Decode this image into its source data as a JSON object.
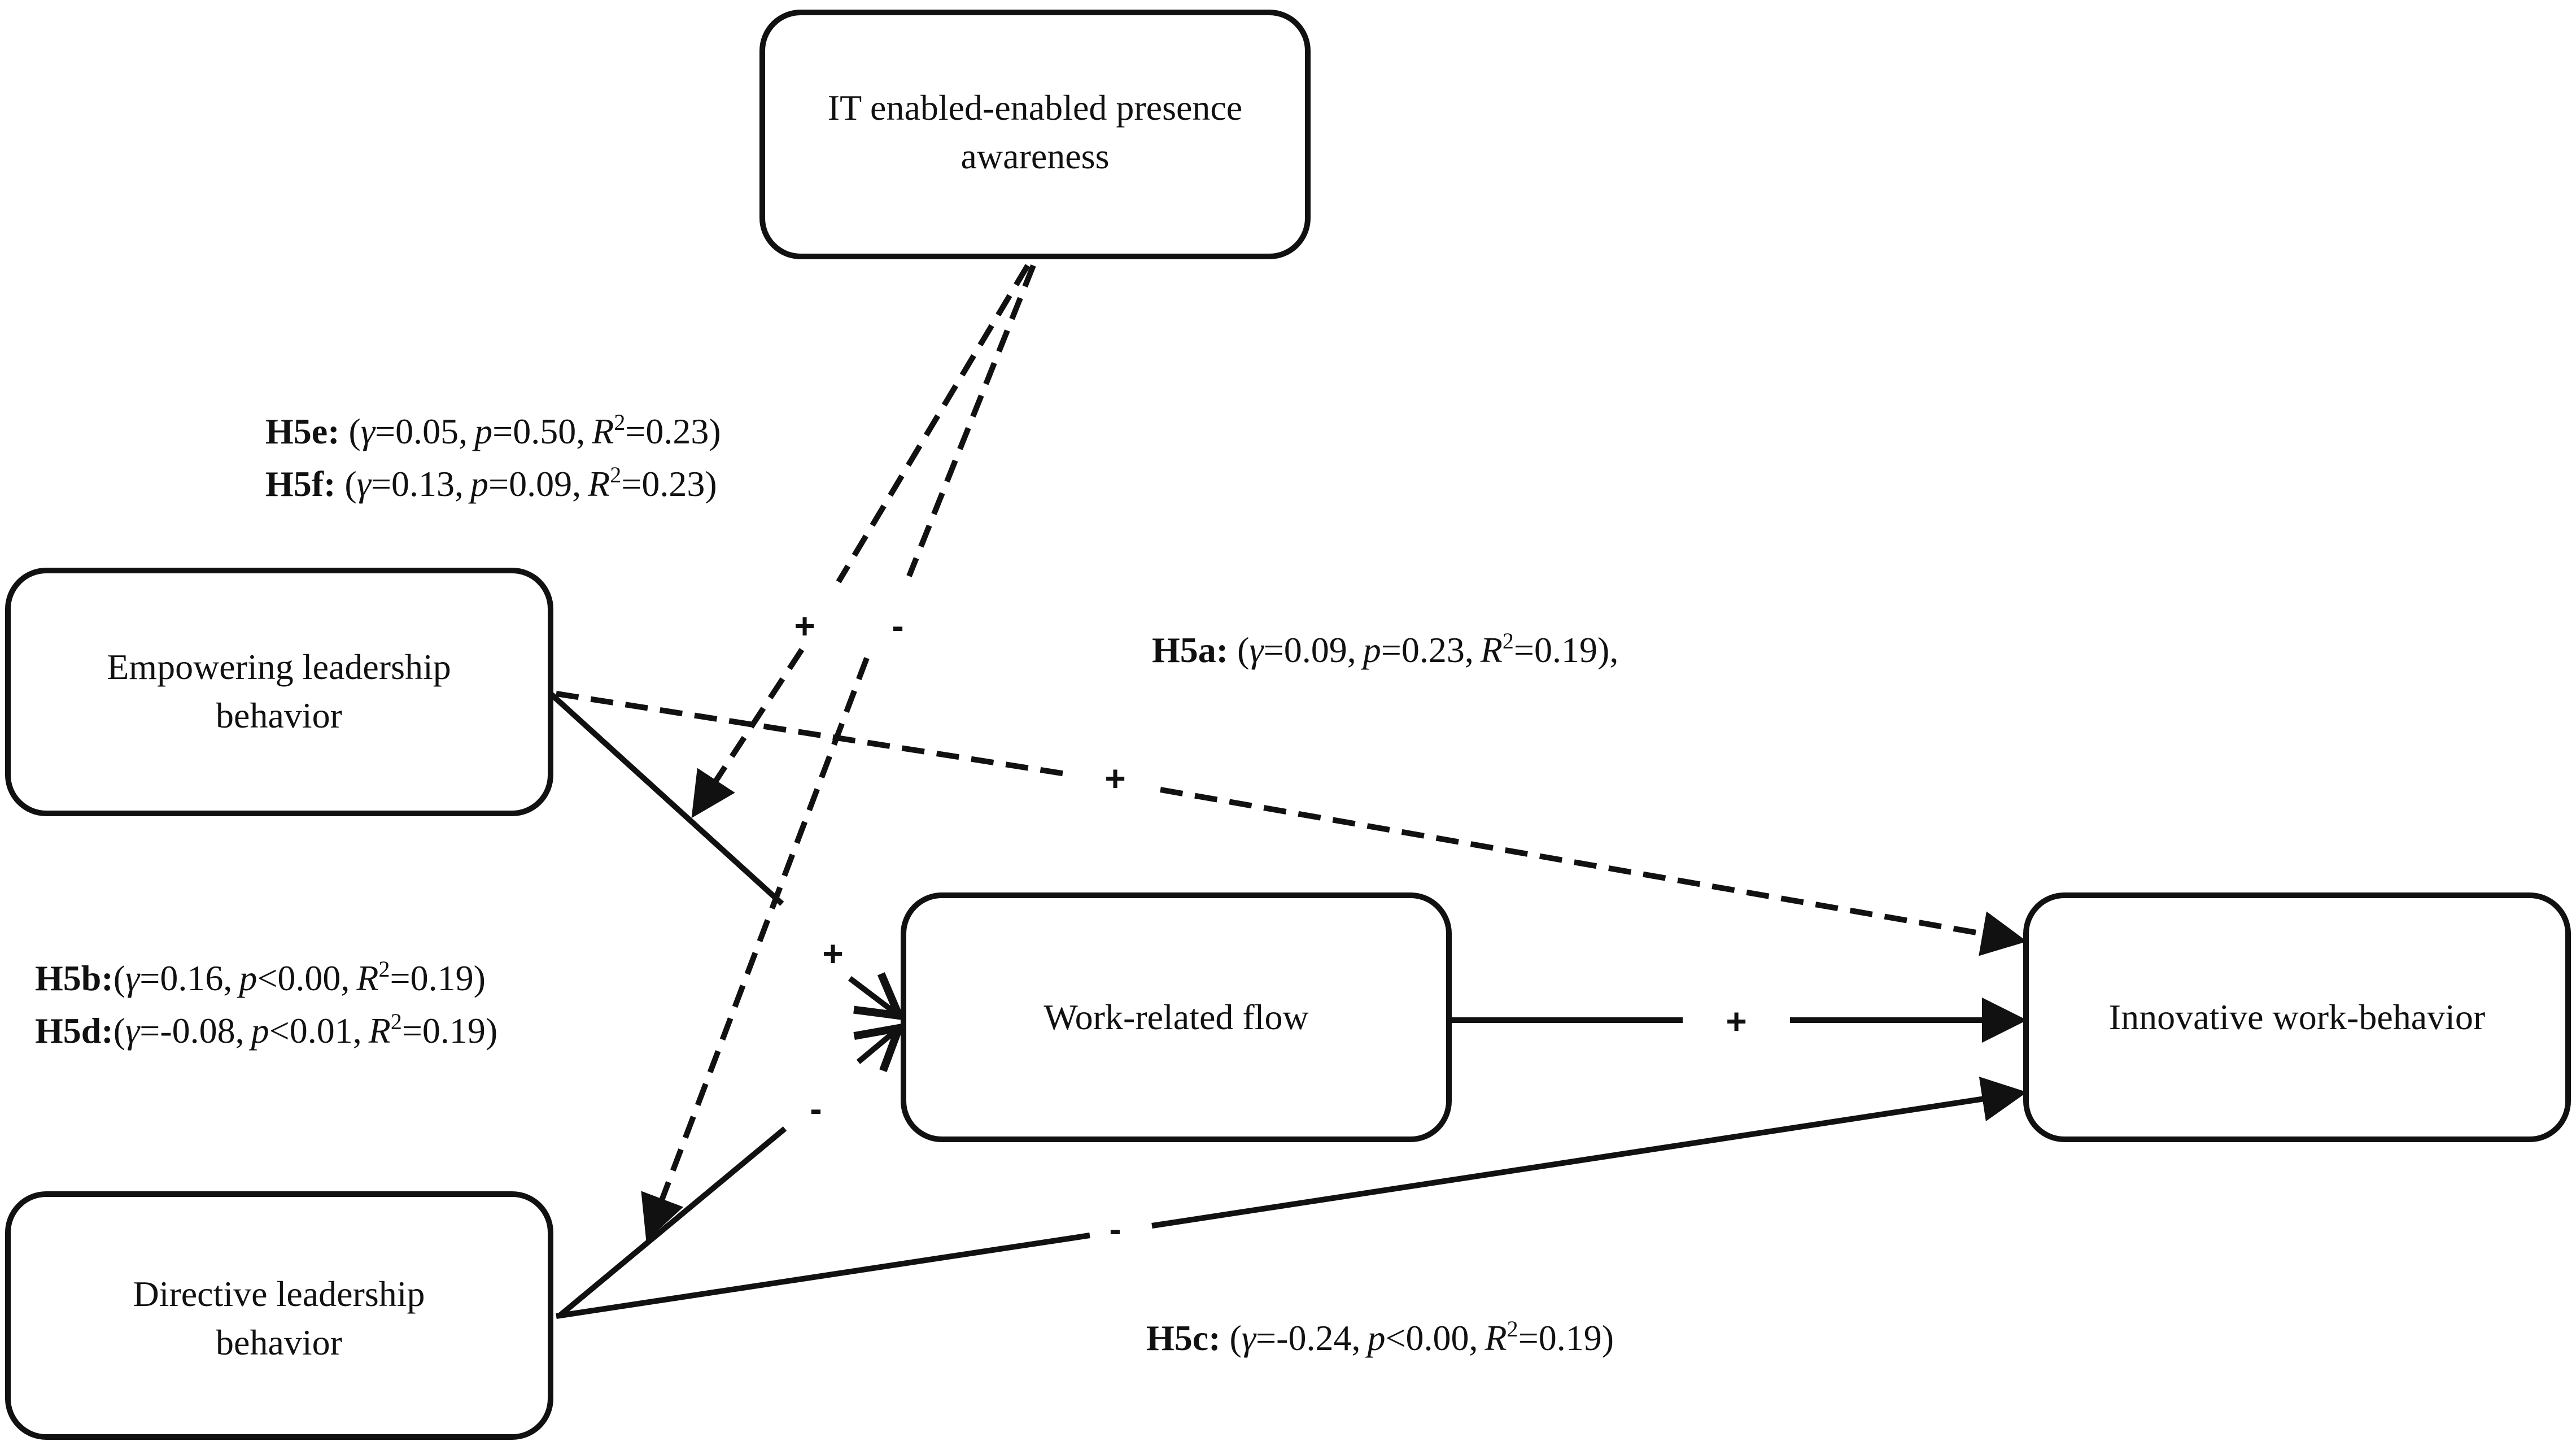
{
  "nodes": {
    "it_presence": {
      "line1": "IT enabled-enabled presence",
      "line2": "awareness"
    },
    "empowering": {
      "line1": "Empowering leadership",
      "line2": "behavior"
    },
    "directive": {
      "line1": "Directive leadership",
      "line2": "behavior"
    },
    "flow": {
      "line1": "Work-related flow"
    },
    "innovative": {
      "line1": "Innovative work-behavior"
    }
  },
  "hypotheses": {
    "h5e": {
      "id": "H5e:",
      "open": " (",
      "g": "γ",
      "gval": "=0.05,",
      "p": "p",
      "pval": "=0.50,",
      "r": "R",
      "sup": "2",
      "rval": "=0.23)"
    },
    "h5f": {
      "id": "H5f:",
      "open": " (",
      "g": "γ",
      "gval": "=0.13,",
      "p": "p",
      "pval": "=0.09,",
      "r": "R",
      "sup": "2",
      "rval": "=0.23)"
    },
    "h5a": {
      "id": "H5a:",
      "open": " (",
      "g": "γ",
      "gval": "=0.09,",
      "p": "p",
      "pval": "=0.23,",
      "r": "R",
      "sup": "2",
      "rval": "=0.19),",
      "tail": ""
    },
    "h5b": {
      "id": "H5b:",
      "open": "(",
      "g": "γ",
      "gval": "=0.16,",
      "p": "p",
      "pval": "<0.00,",
      "r": "R",
      "sup": "2",
      "rval": "=0.19)"
    },
    "h5d": {
      "id": "H5d:",
      "open": "(",
      "g": "γ",
      "gval": "=-0.08,",
      "p": "p",
      "pval": "<0.01,",
      "r": "R",
      "sup": "2",
      "rval": "=0.19)"
    },
    "h5c": {
      "id": "H5c:",
      "open": " (",
      "g": "γ",
      "gval": "=-0.24,",
      "p": "p",
      "pval": "<0.00,",
      "r": "R",
      "sup": "2",
      "rval": "=0.19)"
    }
  },
  "signs": {
    "emp_to_flow": "+",
    "dir_to_flow": "-",
    "flow_to_innov": "+",
    "emp_to_innov": "+",
    "dir_to_innov": "-",
    "it_moderates_emp": "+",
    "it_moderates_dir": "-"
  }
}
